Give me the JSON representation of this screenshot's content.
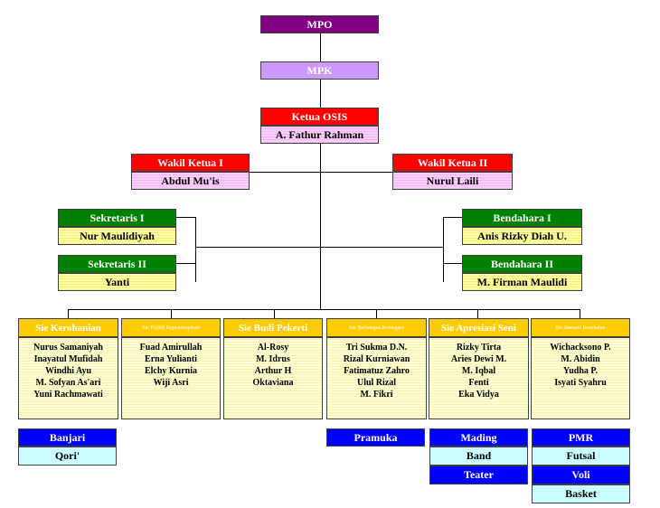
{
  "top": {
    "mpo": "MPO",
    "mpk": "MPK",
    "ketua_title": "Ketua OSIS",
    "ketua_name": "A. Fathur Rahman"
  },
  "wakil": [
    {
      "title": "Wakil Ketua I",
      "name": "Abdul Mu'is"
    },
    {
      "title": "Wakil Ketua II",
      "name": "Nurul Laili"
    }
  ],
  "sekretaris": [
    {
      "title": "Sekretaris I",
      "name": "Nur Maulidiyah"
    },
    {
      "title": "Sekretaris II",
      "name": "Yanti"
    }
  ],
  "bendahara": [
    {
      "title": "Bendahara I",
      "name": "Anis Rizky Diah U."
    },
    {
      "title": "Bendahara II",
      "name": "M. Firman Maulidi"
    }
  ],
  "sie": [
    {
      "title": "Sie Kerohanian",
      "members": [
        "Nurus Samaniyah",
        "Inayatul Mufidah",
        "Windhi Ayu",
        "M. Sofyan As'ari",
        "Yuni Rachmawati"
      ]
    },
    {
      "title": "Sie Politik Kepemimpinan",
      "members": [
        "Fuad Amirullah",
        "Erna Yulianti",
        "Elchy Kurnia",
        "Wiji Asri"
      ]
    },
    {
      "title": "Sie Budi Pekerti",
      "members": [
        "Al-Rosy",
        "M. Idrus",
        "Arthur H",
        "Oktaviana"
      ]
    },
    {
      "title": "Sie Berbangsa Bernegara",
      "members": [
        "Tri Sukma D.N.",
        "Rizal Kurniawan",
        "Fatimatuz Zahro",
        "Ulul Rizal",
        "M. Fikri"
      ]
    },
    {
      "title": "Sie Apresiasi Seni",
      "members": [
        "Rizky Tirta",
        "Aries Dewi M.",
        "M. Iqbal",
        "Fenti",
        "Eka Vidya"
      ]
    },
    {
      "title": "Sie Jasmani Kesehatan",
      "members": [
        "Wichacksono P.",
        "M. Abidin",
        "Yudha P.",
        "Isyati Syahru"
      ]
    }
  ],
  "ekskul": {
    "col1": [
      "Banjari",
      "Qori'"
    ],
    "col4": [
      "Pramuka"
    ],
    "col5": [
      "Mading",
      "Band",
      "Teater"
    ],
    "col6": [
      "PMR",
      "Futsal",
      "Voli",
      "Basket"
    ]
  },
  "colors": {
    "mpo": "#800080",
    "mpk": "#cc99ff",
    "red": "#ff0000",
    "green": "#008000",
    "gold": "#ffcc00",
    "blue": "#0000ff",
    "cyan": "#ccffff"
  }
}
